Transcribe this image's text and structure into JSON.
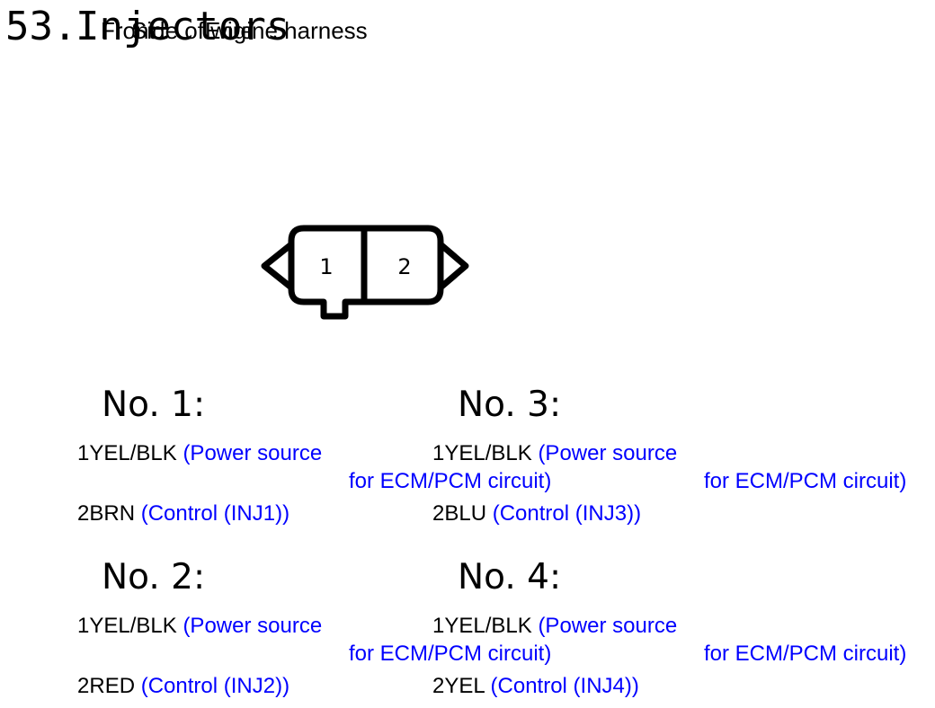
{
  "header": {
    "number": "53.",
    "title": "Injectors",
    "overlay_1": "Front",
    "overlay_2": "Side of wire",
    "overlay_3": "Engine harness"
  },
  "connector": {
    "pins": [
      "1",
      "2"
    ]
  },
  "colors": {
    "description": "#0000ff",
    "wire": "#000000"
  },
  "injectors": [
    {
      "title": "No. 1:",
      "rows": [
        {
          "pin": "1",
          "wire": "YEL/BLK",
          "desc": "(Power source",
          "desc_cont": "for ECM/PCM circuit)"
        },
        {
          "pin": "2",
          "wire": "BRN",
          "desc": "(Control (INJ1))"
        }
      ]
    },
    {
      "title": "No. 2:",
      "rows": [
        {
          "pin": "1",
          "wire": "YEL/BLK",
          "desc": "(Power source",
          "desc_cont": "for ECM/PCM circuit)"
        },
        {
          "pin": "2",
          "wire": "RED",
          "desc": "(Control (INJ2))"
        }
      ]
    },
    {
      "title": "No. 3:",
      "rows": [
        {
          "pin": "1",
          "wire": "YEL/BLK",
          "desc": "(Power source",
          "desc_cont": "for ECM/PCM circuit)"
        },
        {
          "pin": "2",
          "wire": "BLU",
          "desc": "(Control (INJ3))"
        }
      ]
    },
    {
      "title": "No. 4:",
      "rows": [
        {
          "pin": "1",
          "wire": "YEL/BLK",
          "desc": "(Power source",
          "desc_cont": "for ECM/PCM circuit)"
        },
        {
          "pin": "2",
          "wire": "YEL",
          "desc": "(Control (INJ4))"
        }
      ]
    }
  ]
}
